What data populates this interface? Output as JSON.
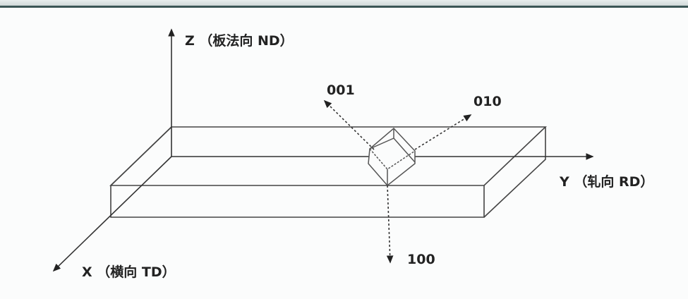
{
  "axes": {
    "z_label": "Z （板法向  ND）",
    "y_label": "Y （轧向  RD）",
    "x_label": "X （横向  TD）"
  },
  "directions": {
    "d001": "001",
    "d010": "010",
    "d100": "100"
  }
}
